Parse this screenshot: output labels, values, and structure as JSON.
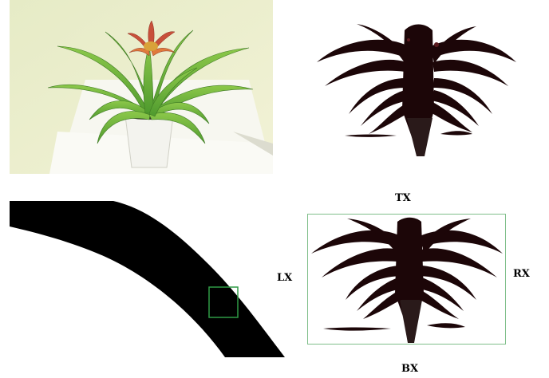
{
  "labels": {
    "top": "TX",
    "bottom": "BX",
    "left": "LX",
    "right": "RX"
  },
  "colors": {
    "silhouette": "#1c0608",
    "bbox_stroke": "#7fbf8a",
    "roi_stroke": "#2f9a45",
    "leaf_green": "#6fb43c",
    "bract_red": "#c8503a",
    "pot_white": "#f3f3ee",
    "background_cream": "#eef0cf"
  },
  "panels": [
    {
      "name": "original-photo",
      "description_icon": "plant-photo"
    },
    {
      "name": "segmented-silhouette",
      "description_icon": "plant-silhouette"
    },
    {
      "name": "zoomed-leaf-mask",
      "description_icon": "leaf-edge-zoom"
    },
    {
      "name": "bounding-box-silhouette",
      "description_icon": "plant-silhouette-with-box"
    }
  ]
}
